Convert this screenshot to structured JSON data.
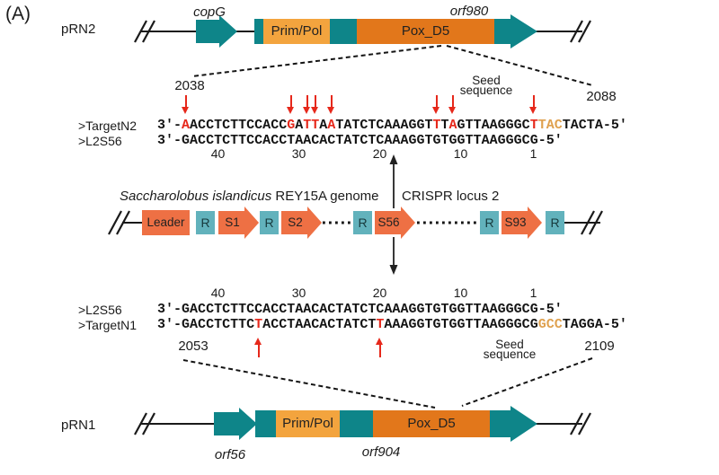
{
  "panel_label": "(A)",
  "colors": {
    "teal": "#0E8589",
    "light_orange": "#F3A43E",
    "dark_orange": "#E2771B",
    "locus_orange": "#EE7044",
    "repeat_teal": "#62B2BC",
    "mismatch_red": "#E6281B",
    "pam_tan": "#DFA14F"
  },
  "prn2": {
    "name": "pRN2",
    "gene_label_left": "copG",
    "gene_label_right": "orf980",
    "segment_primpol": "Prim/Pol",
    "segment_poxd5": "Pox_D5"
  },
  "prn1": {
    "name": "pRN1",
    "gene_label_left": "orf56",
    "gene_label_right": "orf904",
    "segment_primpol": "Prim/Pol",
    "segment_poxd5": "Pox_D5"
  },
  "genome_row": {
    "species_italic": "Saccharolobus islandicus",
    "genome_rest": " REY15A genome",
    "locus_label": "CRISPR locus 2",
    "elements": [
      "Leader",
      "R",
      "S1",
      "R",
      "S2",
      "R",
      "S56",
      "R",
      "S93",
      "R"
    ]
  },
  "alignments": {
    "top": {
      "coord_left": "2038",
      "coord_right": "2088",
      "seed_line1": "Seed",
      "seed_line2": "sequence",
      "rows": [
        {
          "label": ">TargetN2",
          "prefix": "3'-",
          "seq": "AACCTCTTCCACCGATTAATATCTCAAAGGTTTAGTTAAGGGCTTACTACTA",
          "suffix": "-5'",
          "red": [
            1,
            14,
            16,
            17,
            19,
            32,
            34,
            44
          ],
          "orange": [
            45,
            46,
            47
          ]
        },
        {
          "label": ">L2S56",
          "prefix": "3'-",
          "seq": "GACCTCTTCCACCTAACACTATCTCAAAGGTGTGGTTAAGGGCG",
          "suffix": "-5'",
          "red": [],
          "orange": []
        }
      ],
      "ticks": [
        {
          "label": "40",
          "position": 5
        },
        {
          "label": "30",
          "position": 15
        },
        {
          "label": "20",
          "position": 25
        },
        {
          "label": "10",
          "position": 35
        },
        {
          "label": "1",
          "position": 44
        }
      ],
      "mismatch_positions": [
        1,
        14,
        16,
        17,
        19,
        32,
        34,
        44
      ],
      "arrow_direction": "down"
    },
    "bottom": {
      "coord_left": "2053",
      "coord_right": "2109",
      "seed_line1": "Seed",
      "seed_line2": "sequence",
      "rows": [
        {
          "label": ">L2S56",
          "prefix": "3'-",
          "seq": "GACCTCTTCCACCTAACACTATCTCAAAGGTGTGGTTAAGGGCG",
          "suffix": "-5'",
          "red": [],
          "orange": []
        },
        {
          "label": ">TargetN1",
          "prefix": "3'-",
          "seq": "GACCTCTTCTACCTAACACTATCTTAAAGGTGTGGTTAAGGGCGGCCTAGGA",
          "suffix": "-5'",
          "red": [
            10,
            25
          ],
          "orange": [
            45,
            46,
            47
          ]
        }
      ],
      "ticks": [
        {
          "label": "40",
          "position": 5
        },
        {
          "label": "30",
          "position": 15
        },
        {
          "label": "20",
          "position": 25
        },
        {
          "label": "10",
          "position": 35
        },
        {
          "label": "1",
          "position": 44
        }
      ],
      "mismatch_positions": [
        10,
        25
      ],
      "arrow_direction": "up"
    }
  }
}
